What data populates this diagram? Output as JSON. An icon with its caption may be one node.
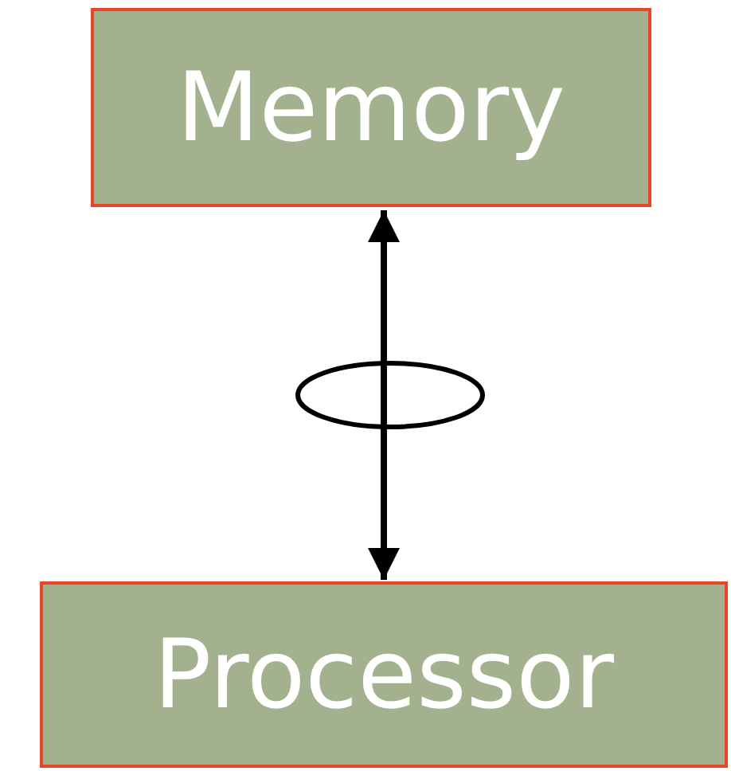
{
  "diagram": {
    "nodes": [
      {
        "text": [
          "Memory"
        ]
      },
      {
        "text": [
          "Processor"
        ]
      }
    ],
    "edges": [
      {
        "from": 0,
        "to": 1,
        "arrow": "both"
      }
    ]
  }
}
